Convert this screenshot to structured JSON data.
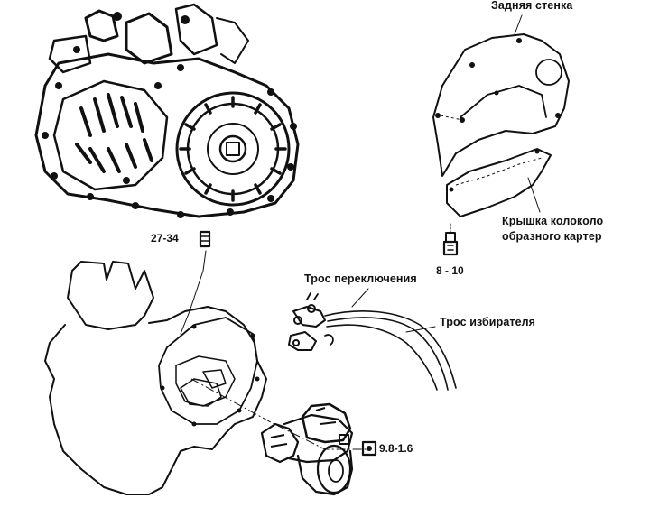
{
  "labels": {
    "rear_plate": "Задняя стенка",
    "bell_cover_line1": "Крышка колоколо",
    "bell_cover_line2": "образного картер",
    "shift_cable": "Трос переключения",
    "select_cable": "Трос избирателя",
    "torque_upper_bolt": "27-34",
    "torque_cover_bolt": "8 - 10",
    "torque_starter_nut": "9.8-1.6"
  },
  "colors": {
    "ink": "#111111",
    "paper": "#ffffff"
  }
}
